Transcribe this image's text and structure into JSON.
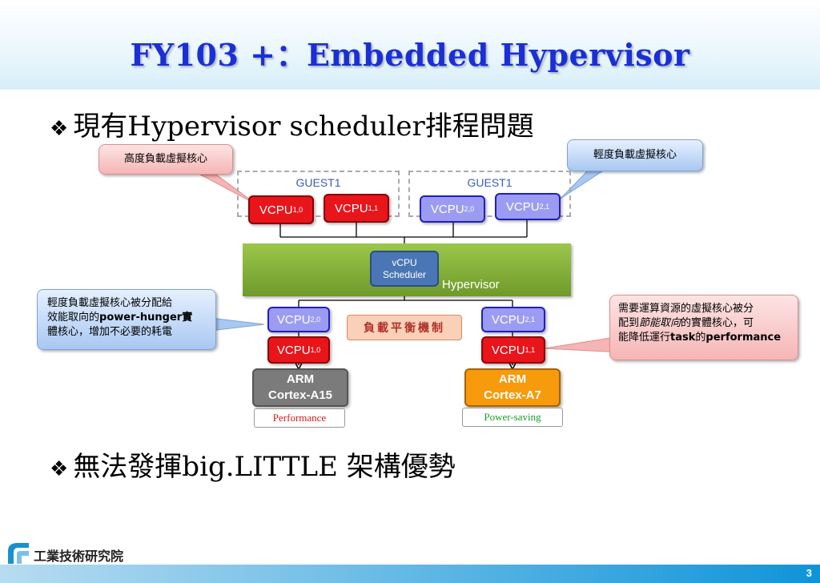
{
  "title": "FY103 +：Embedded Hypervisor",
  "bullets": {
    "b1": "現有Hypervisor scheduler排程問題",
    "b2": "無法發揮big.LITTLE 架構優勢",
    "mark": "❖"
  },
  "callouts": {
    "high_load": "高度負載虛擬核心",
    "light_load": "輕度負載虛擬核心",
    "left_note_1": "輕度負載虛擬核心被分配給",
    "left_note_2": "效能取向的",
    "left_note_2_bold": "power-hunger",
    "left_note_2_tail": "實",
    "left_note_3": "體核心，增加不必要的耗電",
    "right_note_1": "需要運算資源的虛擬核心被分",
    "right_note_2_pre": "配到",
    "right_note_2_em": "節能取向",
    "right_note_2_post": "的實體核心，可",
    "right_note_3_pre": "能降低運行",
    "right_note_3_bold": "task",
    "right_note_3_mid": "的",
    "right_note_3_bold2": "performance"
  },
  "guests": {
    "g1": "GUEST1",
    "g2": "GUEST1"
  },
  "vcpus": {
    "label": "VCPU",
    "v10": "1,0",
    "v11": "1,1",
    "v20": "2,0",
    "v21": "2,1"
  },
  "hypervisor": {
    "label": "Hypervisor",
    "sched_line1": "vCPU",
    "sched_line2": "Scheduler"
  },
  "load_balancer": "負載平衡機制",
  "arm": {
    "a15_line1": "ARM",
    "a15_line2": "Cortex-A15",
    "a7_line1": "ARM",
    "a7_line2": "Cortex-A7",
    "a15_tag": "Performance",
    "a7_tag": "Power-saving"
  },
  "footer": {
    "org": "工業技術研究院",
    "page": "3"
  },
  "colors": {
    "title": "#1a2fd6",
    "red_vcpu": "#e8151b",
    "blue_vcpu": "#9b9cf1",
    "hypervisor": "#7aa834",
    "scheduler": "#4a76b5",
    "a15": "#7b7b7b",
    "a7": "#f79a0c",
    "performance_text": "#cc1a1a",
    "powersaving_text": "#1a9a2a"
  }
}
